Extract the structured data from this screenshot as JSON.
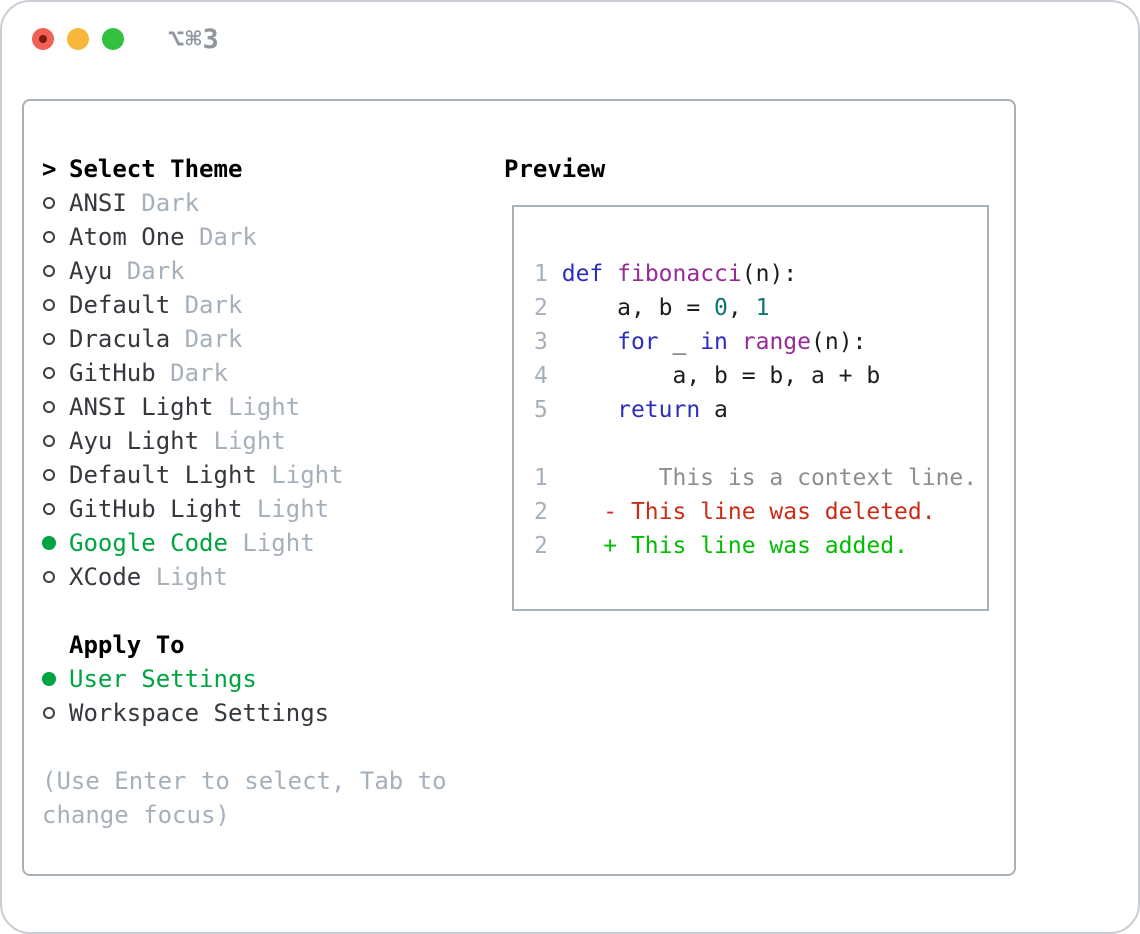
{
  "window": {
    "title": "⌥⌘3",
    "traffic_lights": [
      "close",
      "minimize",
      "zoom"
    ]
  },
  "theme_selector": {
    "header": {
      "marker": ">",
      "label": "Select Theme"
    },
    "themes": [
      {
        "name": "ANSI",
        "variant": "Dark",
        "selected": false
      },
      {
        "name": "Atom One",
        "variant": "Dark",
        "selected": false
      },
      {
        "name": "Ayu",
        "variant": "Dark",
        "selected": false
      },
      {
        "name": "Default",
        "variant": "Dark",
        "selected": false
      },
      {
        "name": "Dracula",
        "variant": "Dark",
        "selected": false
      },
      {
        "name": "GitHub",
        "variant": "Dark",
        "selected": false
      },
      {
        "name": "ANSI Light",
        "variant": "Light",
        "selected": false
      },
      {
        "name": "Ayu Light",
        "variant": "Light",
        "selected": false
      },
      {
        "name": "Default Light",
        "variant": "Light",
        "selected": false
      },
      {
        "name": "GitHub Light",
        "variant": "Light",
        "selected": false
      },
      {
        "name": "Google Code",
        "variant": "Light",
        "selected": true
      },
      {
        "name": "XCode",
        "variant": "Light",
        "selected": false
      }
    ],
    "apply_to": {
      "label": "Apply To",
      "options": [
        {
          "name": "User Settings",
          "selected": true
        },
        {
          "name": "Workspace Settings",
          "selected": false
        }
      ]
    },
    "hint_lines": [
      "(Use Enter to select, Tab to",
      "change focus)"
    ]
  },
  "preview": {
    "label": "Preview",
    "lines": [
      [
        [
          "ln",
          "1"
        ],
        [
          "tx",
          " "
        ],
        [
          "kw",
          "def"
        ],
        [
          "tx",
          " "
        ],
        [
          "fn",
          "fibonacci"
        ],
        [
          "tx",
          "(n):"
        ]
      ],
      [
        [
          "ln",
          "2"
        ],
        [
          "tx",
          "     a, b = "
        ],
        [
          "lit",
          "0"
        ],
        [
          "tx",
          ", "
        ],
        [
          "lit",
          "1"
        ]
      ],
      [
        [
          "ln",
          "3"
        ],
        [
          "tx",
          "     "
        ],
        [
          "kw",
          "for"
        ],
        [
          "tx",
          " _ "
        ],
        [
          "kw",
          "in"
        ],
        [
          "tx",
          " "
        ],
        [
          "fn",
          "range"
        ],
        [
          "tx",
          "(n):"
        ]
      ],
      [
        [
          "ln",
          "4"
        ],
        [
          "tx",
          "         a, b = b, a + b"
        ]
      ],
      [
        [
          "ln",
          "5"
        ],
        [
          "tx",
          "     "
        ],
        [
          "kw",
          "return"
        ],
        [
          "tx",
          " a"
        ]
      ],
      [],
      [
        [
          "ln",
          "1"
        ],
        [
          "ctx",
          "        This is a context line."
        ]
      ],
      [
        [
          "ln",
          "2"
        ],
        [
          "del",
          "    - This line was deleted."
        ]
      ],
      [
        [
          "ln",
          "2"
        ],
        [
          "add",
          "    + This line was added."
        ]
      ]
    ]
  },
  "colors": {
    "accent_green": "#00a440",
    "diff_added": "#00bd00",
    "diff_deleted": "#cb2c15",
    "diff_context": "#8e8e8e",
    "keyword_blue": "#2d2dbd",
    "function_purple": "#962b96",
    "number_teal": "#0e7474",
    "muted_gray": "#a6b0bb",
    "item_text": "#35393e",
    "border_gray": "#a8b0ba",
    "traffic_red": "#f16055",
    "traffic_yellow": "#f6b73c",
    "traffic_green": "#32c13e"
  }
}
